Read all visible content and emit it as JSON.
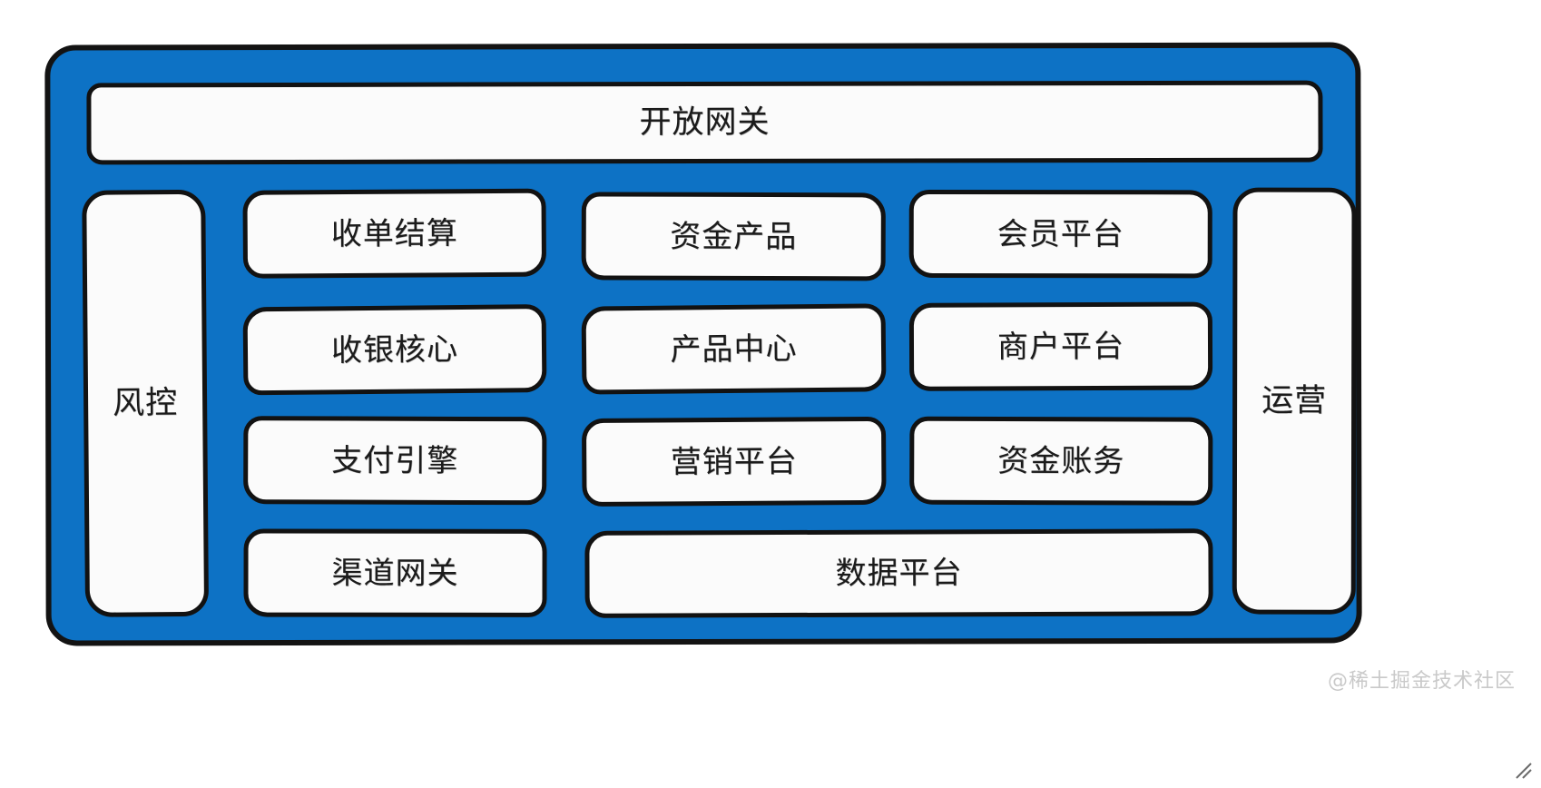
{
  "diagram": {
    "title": "开放网关",
    "accent_color": "#0d72c5",
    "stroke_color": "#121212",
    "node_fill": "#fbfbfb",
    "canvas_background": "#ffffff",
    "gateway": {
      "label": "开放网关"
    },
    "left_pillar": {
      "label": "风控"
    },
    "right_pillar": {
      "label": "运营"
    },
    "columns": [
      {
        "name": "column-1",
        "nodes": [
          {
            "label": "收单结算"
          },
          {
            "label": "收银核心"
          },
          {
            "label": "支付引擎"
          },
          {
            "label": "渠道网关"
          }
        ]
      },
      {
        "name": "column-2",
        "nodes": [
          {
            "label": "资金产品"
          },
          {
            "label": "产品中心"
          },
          {
            "label": "营销平台"
          }
        ]
      },
      {
        "name": "column-3",
        "nodes": [
          {
            "label": "会员平台"
          },
          {
            "label": "商户平台"
          },
          {
            "label": "资金账务"
          }
        ]
      }
    ],
    "footer_node": {
      "label": "数据平台"
    },
    "watermark": {
      "text": "@稀土掘金技术社区"
    },
    "resize_handle": {
      "icon": "resize-grip-icon"
    }
  }
}
